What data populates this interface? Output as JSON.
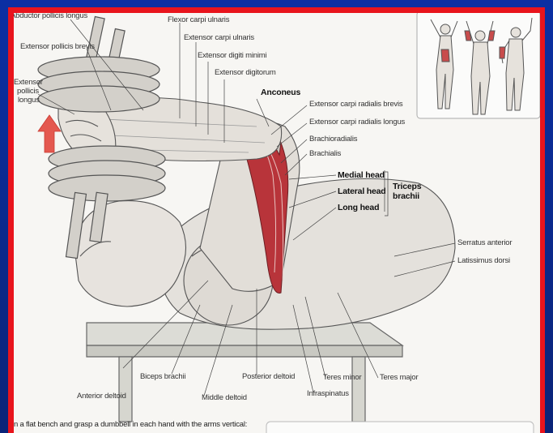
{
  "labels": {
    "abductor_pollicis_longus": "Abductor pollicis longus",
    "extensor_pollicis_brevis": "Extensor pollicis brevis",
    "extensor_pollicis_longus_1": "Extensor",
    "extensor_pollicis_longus_2": "pollicis",
    "extensor_pollicis_longus_3": "longus",
    "flexor_carpi_ulnaris": "Flexor carpi ulnaris",
    "extensor_carpi_ulnaris": "Extensor carpi ulnaris",
    "extensor_digiti_minimi": "Extensor digiti minimi",
    "extensor_digitorum": "Extensor digitorum",
    "anconeus": "Anconeus",
    "extensor_carpi_radialis_brevis": "Extensor carpi radialis brevis",
    "extensor_carpi_radialis_longus": "Extensor carpi radialis longus",
    "brachioradialis": "Brachioradialis",
    "brachialis": "Brachialis",
    "medial_head": "Medial head",
    "lateral_head": "Lateral head",
    "long_head": "Long head",
    "triceps_1": "Triceps",
    "triceps_2": "brachii",
    "serratus_anterior": "Serratus anterior",
    "latissimus_dorsi": "Latissimus dorsi",
    "biceps_brachii": "Biceps brachii",
    "anterior_deltoid": "Anterior deltoid",
    "middle_deltoid": "Middle deltoid",
    "posterior_deltoid": "Posterior deltoid",
    "infraspinatus": "Infraspinatus",
    "teres_minor": "Teres minor",
    "teres_major": "Teres major"
  },
  "caption": "n a flat bench and grasp a dumbbell in each hand with the arms vertical:",
  "colors": {
    "frame": "#0b2fa3",
    "border": "#e8141c",
    "muscle_highlight": "#b8343a",
    "arrow": "#e4584f"
  }
}
